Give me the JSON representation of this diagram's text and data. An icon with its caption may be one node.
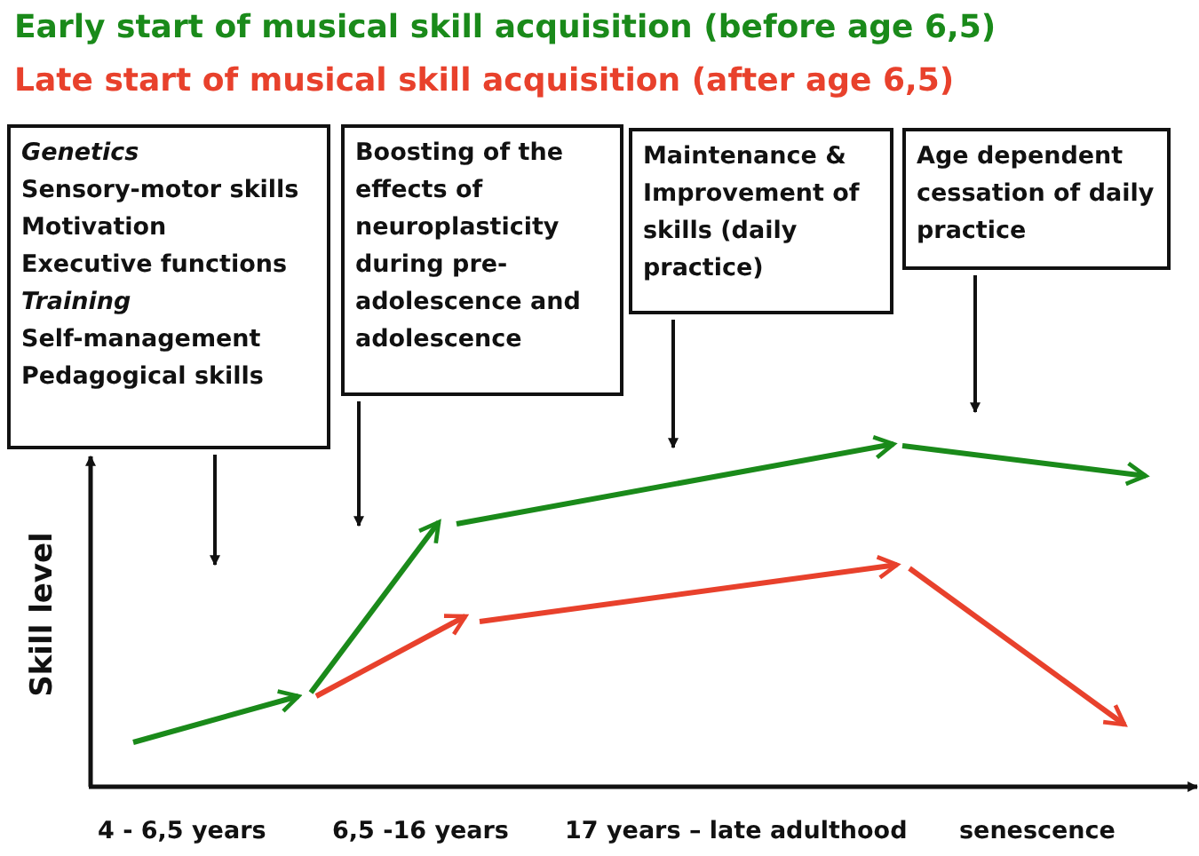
{
  "diagram": {
    "nodes": [
      {
        "text": [
          "*Genetics*",
          "Sensory-motor skills",
          "Motivation",
          "Executive functions",
          "*Training*",
          "Self-management",
          "Pedagogical skills"
        ]
      },
      {
        "text": [
          "Boosting of the effects of neuroplasticity during pre-adolescence and adolescence"
        ]
      },
      {
        "text": [
          "Maintenance & Improvement of skills (daily practice)"
        ]
      },
      {
        "text": [
          "Age dependent cessation of daily practice"
        ]
      }
    ],
    "edges": [
      {
        "from": 0,
        "to": null,
        "arrow": "to"
      },
      {
        "from": 1,
        "to": null,
        "arrow": "to"
      },
      {
        "from": 2,
        "to": null,
        "arrow": "to"
      },
      {
        "from": 3,
        "to": null,
        "arrow": "to"
      }
    ],
    "labels": [
      "Early start of musical skill acquisition (before age 6,5)",
      "Late start of musical skill acquisition (after age 6,5)",
      "Skill level",
      "4 - 6,5 years",
      "6,5 -16 years",
      "17 years – late adulthood",
      "senescence"
    ]
  }
}
